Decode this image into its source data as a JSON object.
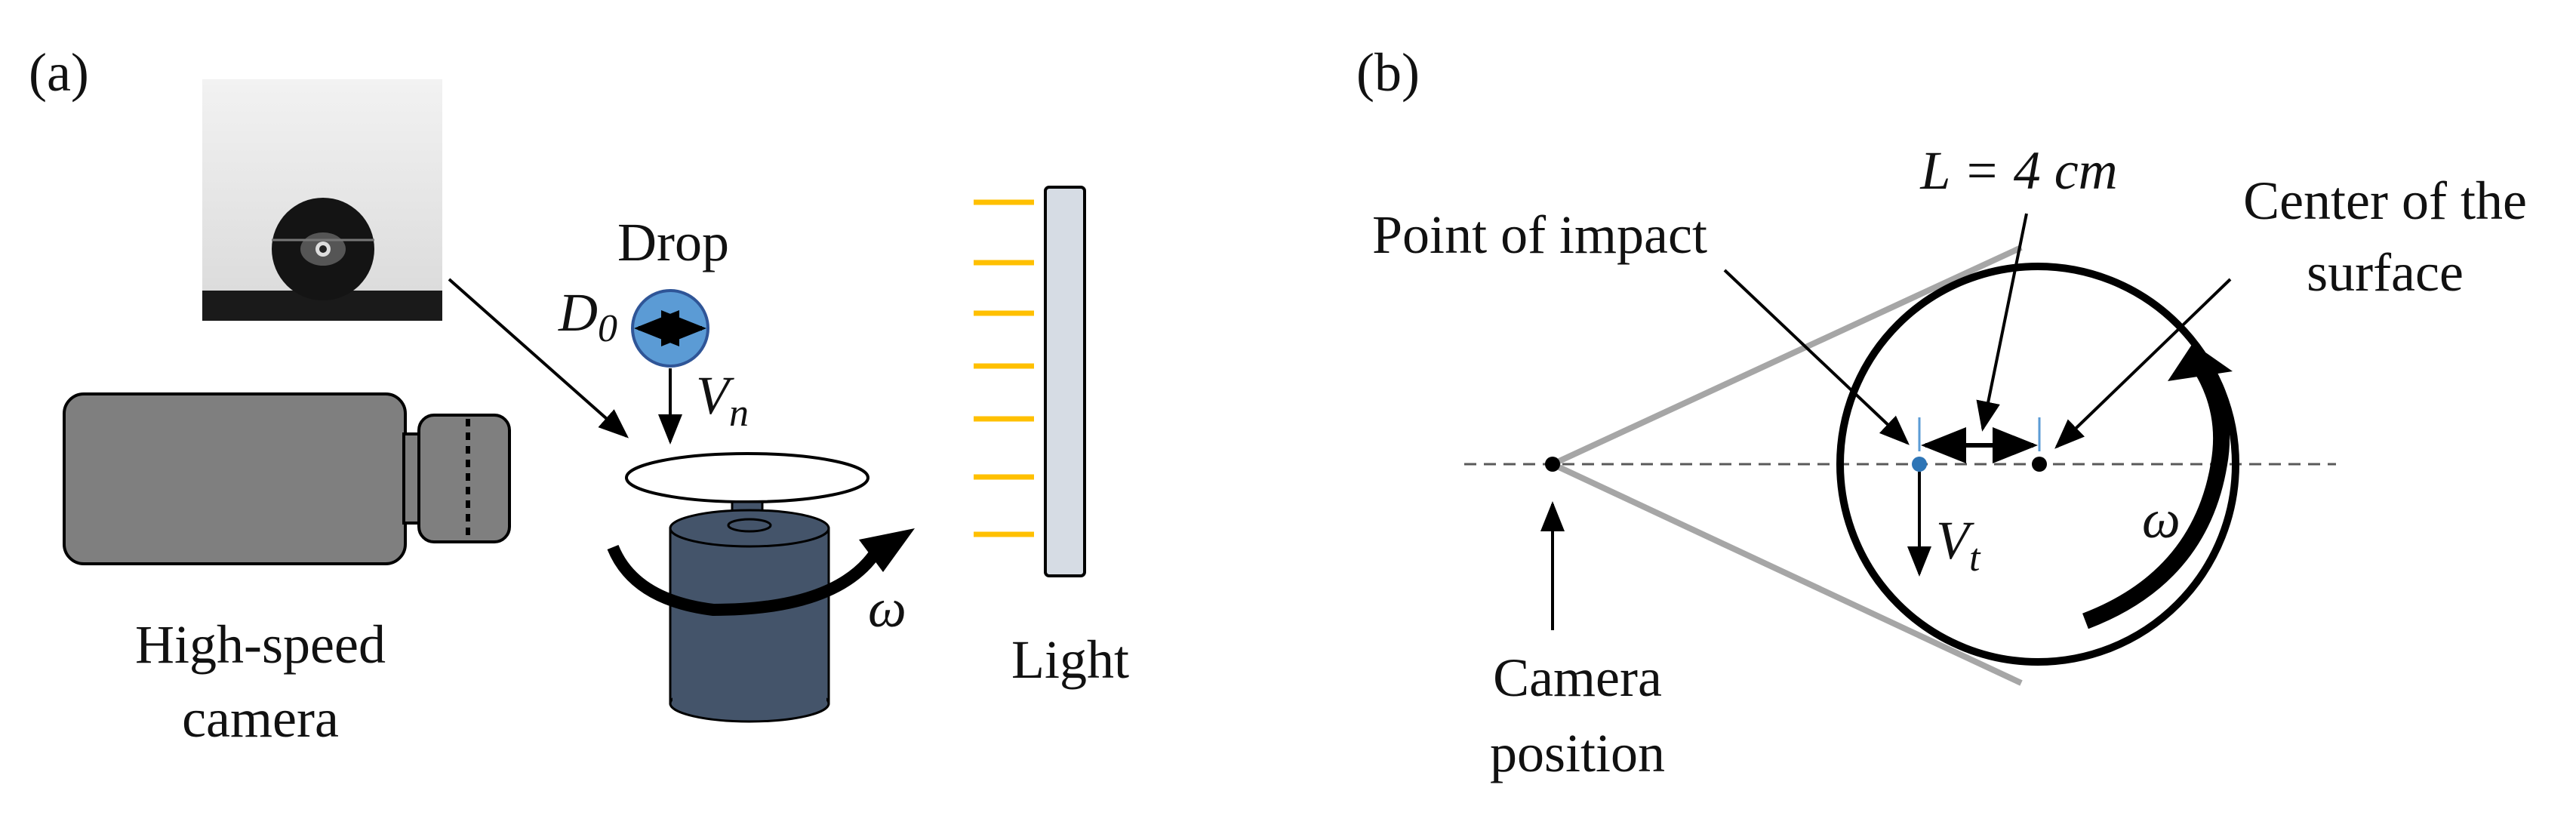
{
  "panel_a": {
    "tag": "(a)",
    "drop_label": "Drop",
    "diameter_symbol": "D",
    "diameter_subscript": "0",
    "velocity_symbol": "V",
    "velocity_subscript": "n",
    "omega_symbol": "ω",
    "camera_label_line1": "High-speed",
    "camera_label_line2": "camera",
    "light_label": "Light"
  },
  "panel_b": {
    "tag": "(b)",
    "distance_label": "L = 4 cm",
    "impact_label": "Point of impact",
    "center_label_line1": "Center of the",
    "center_label_line2": "surface",
    "velocity_symbol": "V",
    "velocity_subscript": "t",
    "omega_symbol": "ω",
    "camera_pos_line1": "Camera",
    "camera_pos_line2": "position"
  },
  "colors": {
    "drop_fill": "#5b9bd5",
    "motor_fill": "#44546a",
    "camera_fill": "#7f7f7f",
    "light_tick": "#ffc000",
    "light_panel": "#d6dce4",
    "view_cone": "#a6a6a6",
    "impact_marker": "#2e75b6"
  }
}
